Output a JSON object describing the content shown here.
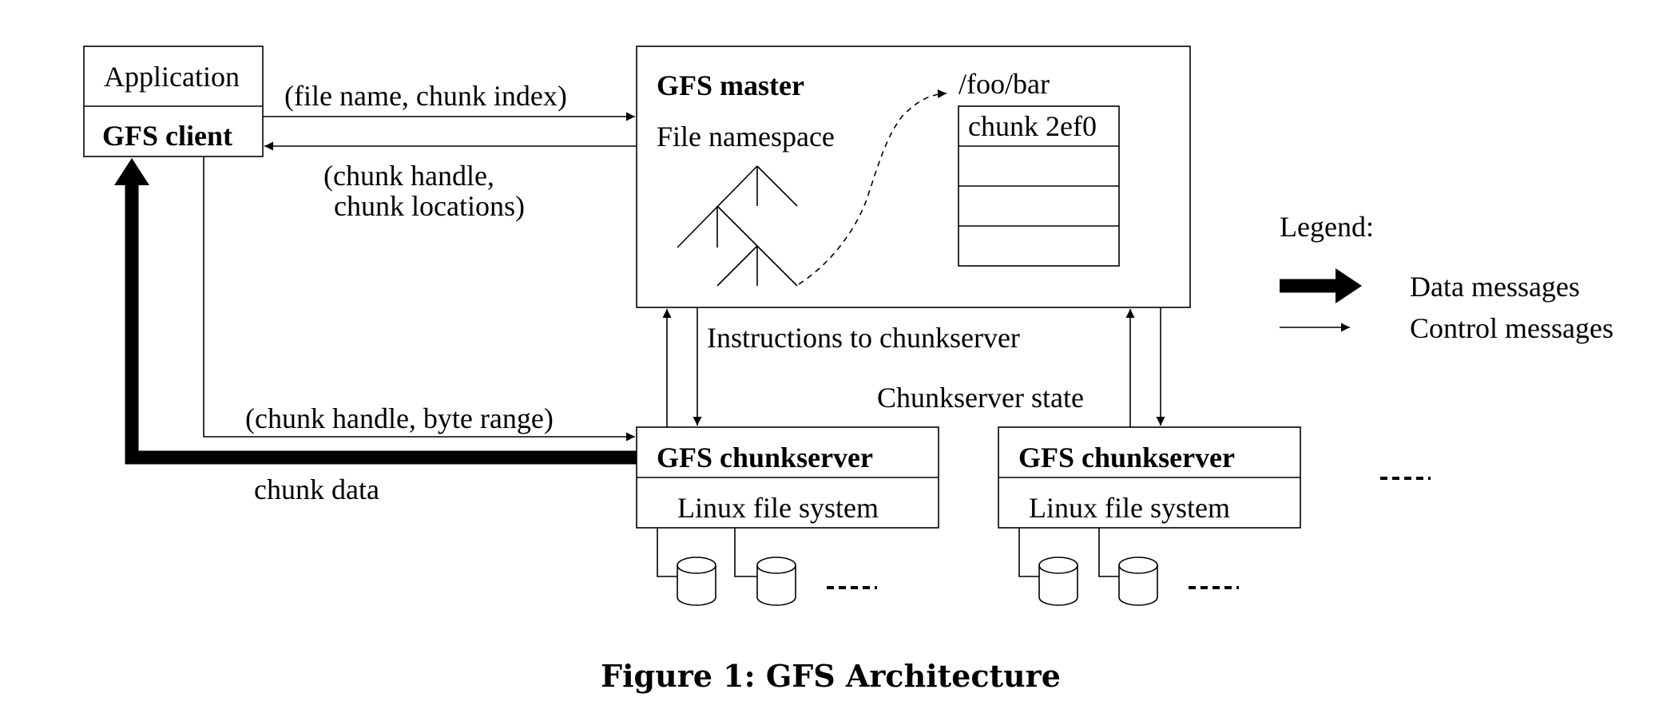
{
  "client": {
    "app_label": "Application",
    "client_label": "GFS client"
  },
  "master": {
    "title": "GFS master",
    "namespace_label": "File namespace",
    "path_label": "/foo/bar",
    "chunk_label": "chunk 2ef0"
  },
  "messages": {
    "request": "(file name, chunk index)",
    "reply_line1": "(chunk handle,",
    "reply_line2": "chunk locations)",
    "instructions": "Instructions to chunkserver",
    "state": "Chunkserver state",
    "data_request": "(chunk handle, byte range)",
    "chunk_data": "chunk data"
  },
  "chunkservers": [
    {
      "title": "GFS chunkserver",
      "fs_label": "Linux file system"
    },
    {
      "title": "GFS chunkserver",
      "fs_label": "Linux file system"
    }
  ],
  "legend": {
    "title": "Legend:",
    "data_label": "Data messages",
    "control_label": "Control messages"
  },
  "caption": "Figure 1:  GFS Architecture"
}
